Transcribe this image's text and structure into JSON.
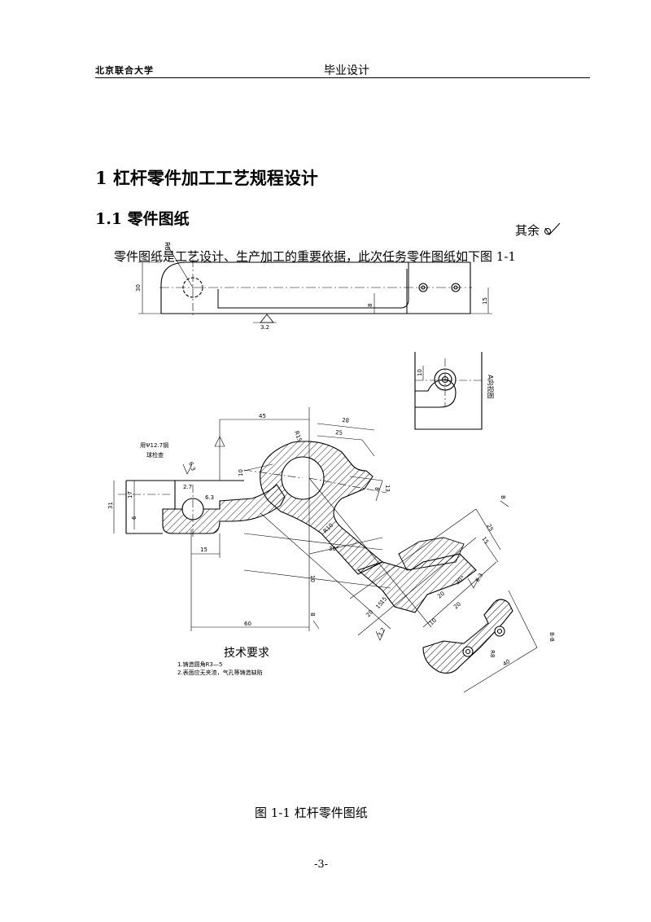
{
  "header": {
    "institution": "北京联合大学",
    "doc_type": "毕业设计"
  },
  "section": {
    "title": "1 杠杆零件加工工艺规程设计",
    "subsection_title": "1.1  零件图纸",
    "surface_note": "其余",
    "intro_text": "零件图纸是工艺设计、生产加工的重要依据，此次任务零件图纸如下图 1-1"
  },
  "drawing": {
    "top_view": {
      "dims": [
        "30",
        "8",
        "15"
      ],
      "radius": "R8",
      "roughness": "3.2"
    },
    "section_a": {
      "label": "A向视图",
      "dim": "10"
    },
    "main_view": {
      "dims": [
        "45",
        "28",
        "25",
        "31",
        "17",
        "6",
        "15",
        "60",
        "10",
        "20",
        "25",
        "15",
        "40",
        "20",
        "15",
        "10",
        "20",
        "13",
        "8"
      ],
      "annotations": [
        "用Ψ12.7钢",
        "球检查",
        "2.7",
        "6.3",
        "6.3",
        "R15",
        "R10",
        "30°",
        "30°",
        "R8",
        "3.2",
        "6.3",
        "10",
        "15"
      ],
      "section_marks": [
        "B",
        "B",
        "B-B"
      ]
    },
    "tech_requirements": {
      "title": "技术要求",
      "items": [
        "1.铸造圆角R3—5",
        "2.表面应无夹渣，气孔等铸造缺陷"
      ]
    }
  },
  "figure_caption": "图 1-1  杠杆零件图纸",
  "page_number": "-3-"
}
